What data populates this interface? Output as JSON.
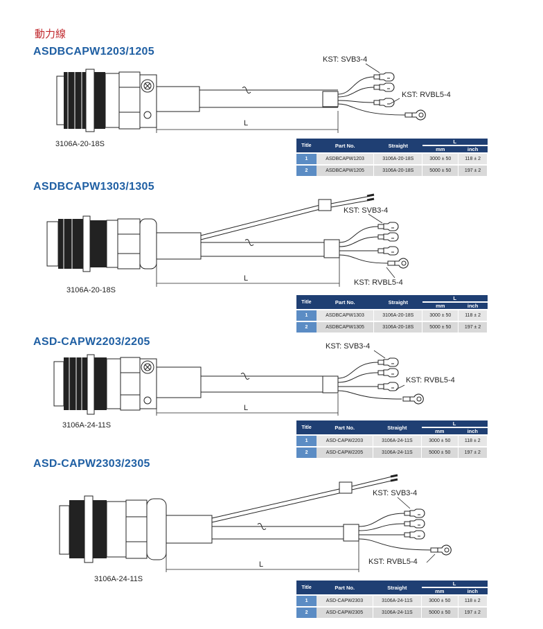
{
  "header": {
    "title": "動力線"
  },
  "table_headers": {
    "title": "Title",
    "part_no": "Part No.",
    "straight": "Straight",
    "l": "L",
    "mm": "mm",
    "inch": "inch"
  },
  "sections": [
    {
      "title": "ASDBCAPW1203/1205",
      "connector": "3106A-20-18S",
      "fork_label": "KST: SVB3-4",
      "ring_label": "KST: RVBL5-4",
      "length_label": "L",
      "rows": [
        {
          "idx": "1",
          "part": "ASDBCAPW1203",
          "straight": "3106A-20-18S",
          "mm": "3000 ± 50",
          "inch": "118 ± 2"
        },
        {
          "idx": "2",
          "part": "ASDBCAPW1205",
          "straight": "3106A-20-18S",
          "mm": "5000 ± 50",
          "inch": "197 ± 2"
        }
      ]
    },
    {
      "title": "ASDBCAPW1303/1305",
      "connector": "3106A-20-18S",
      "fork_label": "KST: SVB3-4",
      "ring_label": "KST: RVBL5-4",
      "length_label": "L",
      "rows": [
        {
          "idx": "1",
          "part": "ASDBCAPW1303",
          "straight": "3106A-20-18S",
          "mm": "3000 ± 50",
          "inch": "118 ± 2"
        },
        {
          "idx": "2",
          "part": "ASDBCAPW1305",
          "straight": "3106A-20-18S",
          "mm": "5000 ± 50",
          "inch": "197 ± 2"
        }
      ]
    },
    {
      "title": "ASD-CAPW2203/2205",
      "connector": "3106A-24-11S",
      "fork_label": "KST: SVB3-4",
      "ring_label": "KST: RVBL5-4",
      "length_label": "L",
      "rows": [
        {
          "idx": "1",
          "part": "ASD-CAPW2203",
          "straight": "3106A-24-11S",
          "mm": "3000 ± 50",
          "inch": "118 ± 2"
        },
        {
          "idx": "2",
          "part": "ASD-CAPW2205",
          "straight": "3106A-24-11S",
          "mm": "5000 ± 50",
          "inch": "197 ± 2"
        }
      ]
    },
    {
      "title": "ASD-CAPW2303/2305",
      "connector": "3106A-24-11S",
      "fork_label": "KST: SVB3-4",
      "ring_label": "KST: RVBL5-4",
      "length_label": "L",
      "rows": [
        {
          "idx": "1",
          "part": "ASD-CAPW2303",
          "straight": "3106A-24-11S",
          "mm": "3000 ± 50",
          "inch": "118 ± 2"
        },
        {
          "idx": "2",
          "part": "ASD-CAPW2305",
          "straight": "3106A-24-11S",
          "mm": "5000 ± 50",
          "inch": "197 ± 2"
        }
      ]
    }
  ]
}
